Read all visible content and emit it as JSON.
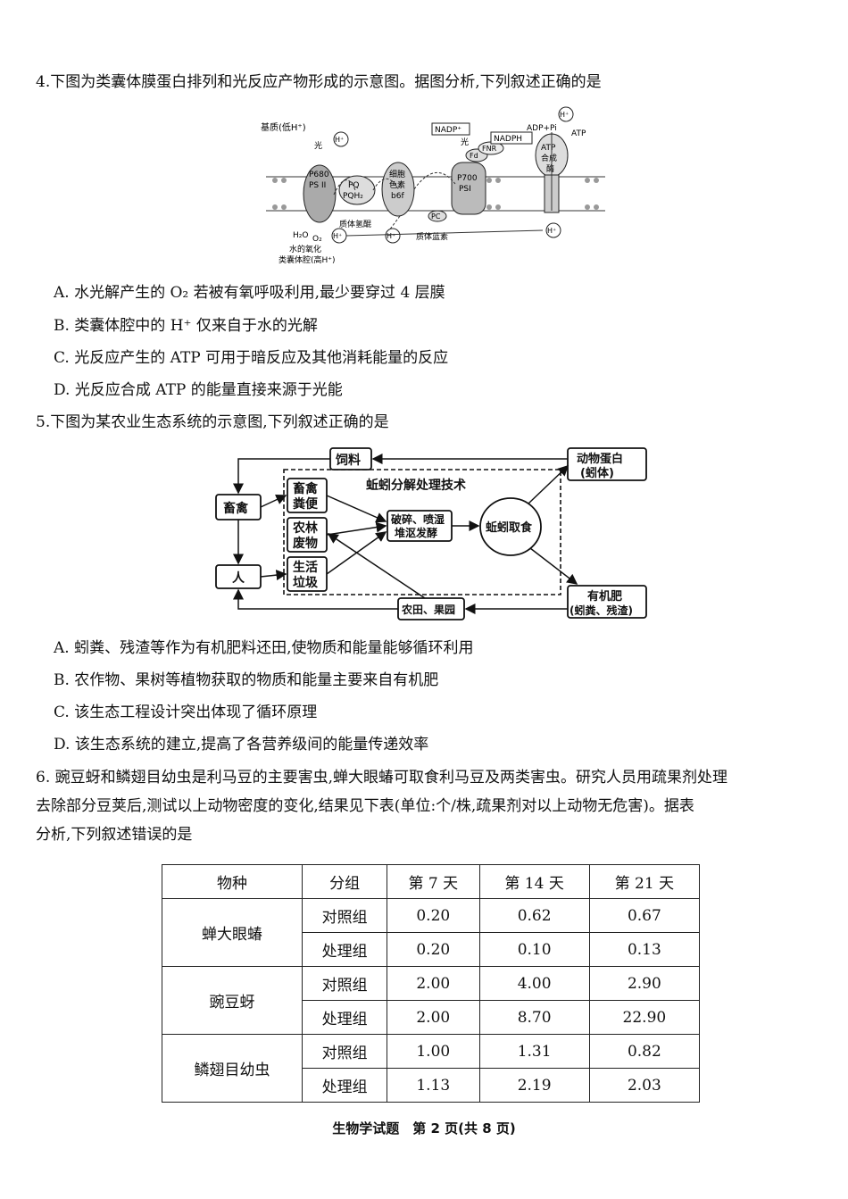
{
  "q4": {
    "stem": "4.下图为类囊体膜蛋白排列和光反应产物形成的示意图。据图分析,下列叙述正确的是",
    "figure": {
      "stroma": "基质(低H⁺)",
      "light1": "光",
      "light2": "光",
      "h_plus": "H⁺",
      "ps2_a": "P680",
      "ps2_b": "PS II",
      "pq_a": "PQ",
      "pq_b": "PQH₂",
      "cyt_a": "细胞",
      "cyt_b": "色素",
      "cyt_c": "b6f",
      "ps1_a": "P700",
      "ps1_b": "PSI",
      "fd": "Fd",
      "fnr": "FNR",
      "nadp": "NADP⁺",
      "nadph": "NADPH",
      "adp": "ADP+Pi",
      "atp": "ATP",
      "atp_syn_a": "ATP",
      "atp_syn_b": "合成",
      "atp_syn_c": "酶",
      "e": "e⁻",
      "pc": "PC",
      "plastoquinone": "质体氢醌",
      "plastocyanin": "质体蓝素",
      "water": "H₂O",
      "oxygen": "O₂",
      "water_ox": "水的氧化",
      "lumen": "类囊体腔(高H⁺)"
    },
    "options": [
      "A. 水光解产生的 O₂ 若被有氧呼吸利用,最少要穿过 4 层膜",
      "B. 类囊体腔中的 H⁺ 仅来自于水的光解",
      "C. 光反应产生的 ATP 可用于暗反应及其他消耗能量的反应",
      "D. 光反应合成 ATP 的能量直接来源于光能"
    ]
  },
  "q5": {
    "stem": "5.下图为某农业生态系统的示意图,下列叙述正确的是",
    "figure": {
      "feed": "饲料",
      "livestock": "畜禽",
      "human": "人",
      "manure_a": "畜禽",
      "manure_b": "粪便",
      "waste_a": "农林",
      "waste_b": "废物",
      "garbage_a": "生活",
      "garbage_b": "垃圾",
      "tech": "蚯蚓分解处理技术",
      "crush_a": "破碎、喷湿",
      "crush_b": "堆沤发酵",
      "worm": "蚯蚓取食",
      "protein_a": "动物蛋白",
      "protein_b": "(蚓体)",
      "fert_a": "有机肥",
      "fert_b": "(蚓粪、残渣)",
      "field": "农田、果园"
    },
    "options": [
      "A. 蚓粪、残渣等作为有机肥料还田,使物质和能量能够循环利用",
      "B. 农作物、果树等植物获取的物质和能量主要来自有机肥",
      "C. 该生态工程设计突出体现了循环原理",
      "D. 该生态系统的建立,提高了各营养级间的能量传递效率"
    ]
  },
  "q6": {
    "stem_lines": [
      "6. 豌豆蚜和鳞翅目幼虫是利马豆的主要害虫,蝉大眼蝽可取食利马豆及两类害虫。研究人员用疏果剂处理",
      "去除部分豆荚后,测试以上动物密度的变化,结果见下表(单位:个/株,疏果剂对以上动物无危害)。据表",
      "分析,下列叙述错误的是"
    ],
    "table": {
      "headers": [
        "物种",
        "分组",
        "第 7 天",
        "第 14 天",
        "第 21 天"
      ],
      "groups": [
        {
          "species": "蝉大眼蝽",
          "rows": [
            [
              "对照组",
              "0.20",
              "0.62",
              "0.67"
            ],
            [
              "处理组",
              "0.20",
              "0.10",
              "0.13"
            ]
          ]
        },
        {
          "species": "豌豆蚜",
          "rows": [
            [
              "对照组",
              "2.00",
              "4.00",
              "2.90"
            ],
            [
              "处理组",
              "2.00",
              "8.70",
              "22.90"
            ]
          ]
        },
        {
          "species": "鳞翅目幼虫",
          "rows": [
            [
              "对照组",
              "1.00",
              "1.31",
              "0.82"
            ],
            [
              "处理组",
              "1.13",
              "2.19",
              "2.03"
            ]
          ]
        }
      ]
    }
  },
  "footer": "生物学试题　第 2 页(共 8 页)"
}
